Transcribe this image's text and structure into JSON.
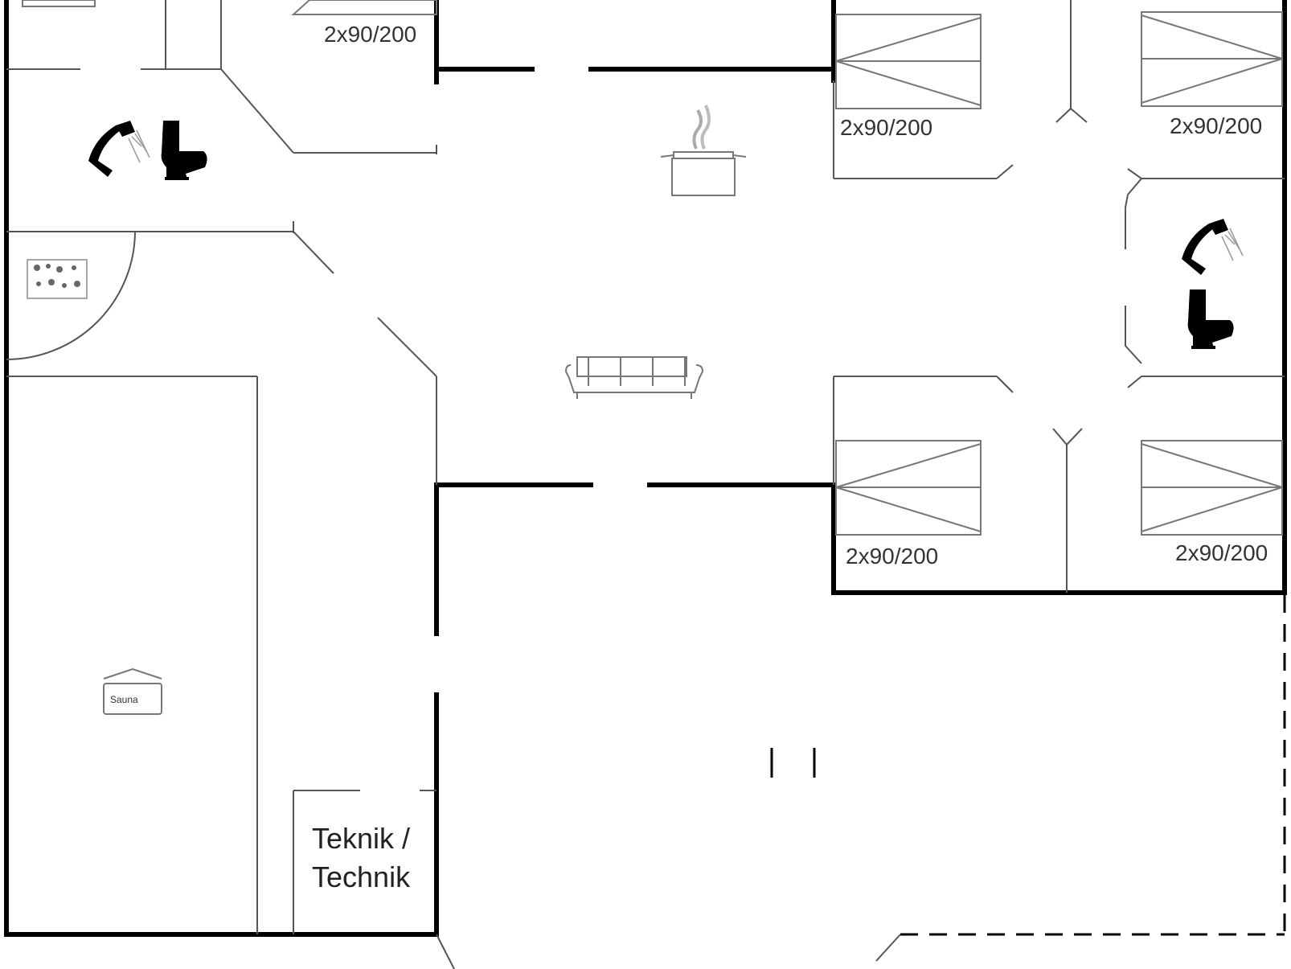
{
  "beds": [
    {
      "label": "2x90/200"
    },
    {
      "label": "2x90/200"
    },
    {
      "label": "2x90/200"
    },
    {
      "label": "2x90/200"
    },
    {
      "label": "2x90/200"
    }
  ],
  "rooms": {
    "technik_line1": "Teknik /",
    "technik_line2": "Technik"
  },
  "icons": {
    "sauna": "Sauna",
    "fixtures": [
      "shower-icon",
      "toilet-icon",
      "cooking-pot-icon",
      "sofa-icon",
      "stove-icon",
      "sauna-icon"
    ]
  }
}
